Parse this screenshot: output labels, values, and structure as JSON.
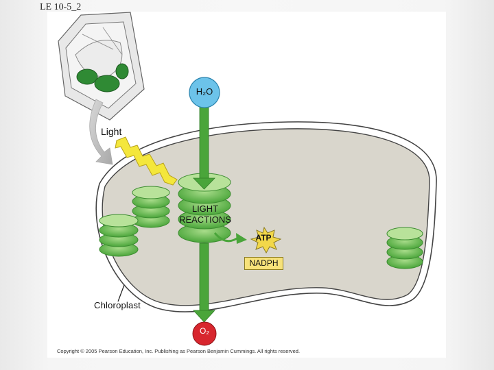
{
  "slide": {
    "title": "LE 10-5_2"
  },
  "diagram": {
    "light_label": "Light",
    "h2o_label": "H₂O",
    "light_reactions_line1": "LIGHT",
    "light_reactions_line2": "REACTIONS",
    "atp_label": "ATP",
    "nadph_label": "NADPH",
    "o2_label": "O₂",
    "chloroplast_label": "Chloroplast",
    "copyright": "Copyright © 2005 Pearson Education, Inc. Publishing as Pearson Benjamin Cummings. All rights reserved."
  },
  "colors": {
    "stroma": "#d9d6cc",
    "thylakoid": "#5cb84a",
    "thylakoid_light": "#a8dc8a",
    "arrow_green": "#4aa53a",
    "h2o_bubble": "#6cc3ea",
    "o2_bubble": "#d8262e",
    "atp_star": "#f2d84a",
    "light_bolt": "#f4e73c"
  }
}
